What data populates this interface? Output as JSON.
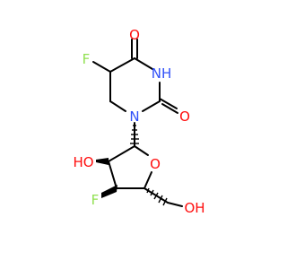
{
  "molecule": {
    "atoms": {
      "o_carbonyl_top": "O",
      "nh": "NH",
      "o_carbonyl_right": "O",
      "n1": "N",
      "f_ring": "F",
      "ho_sugar": "HO",
      "o_sugar_ring": "O",
      "f_sugar": "F",
      "oh_terminal": "OH"
    },
    "colors": {
      "bond": "#000000",
      "oxygen": "#ff0d0d",
      "nitrogen": "#3050f8",
      "fluorine": "#90e050"
    }
  }
}
